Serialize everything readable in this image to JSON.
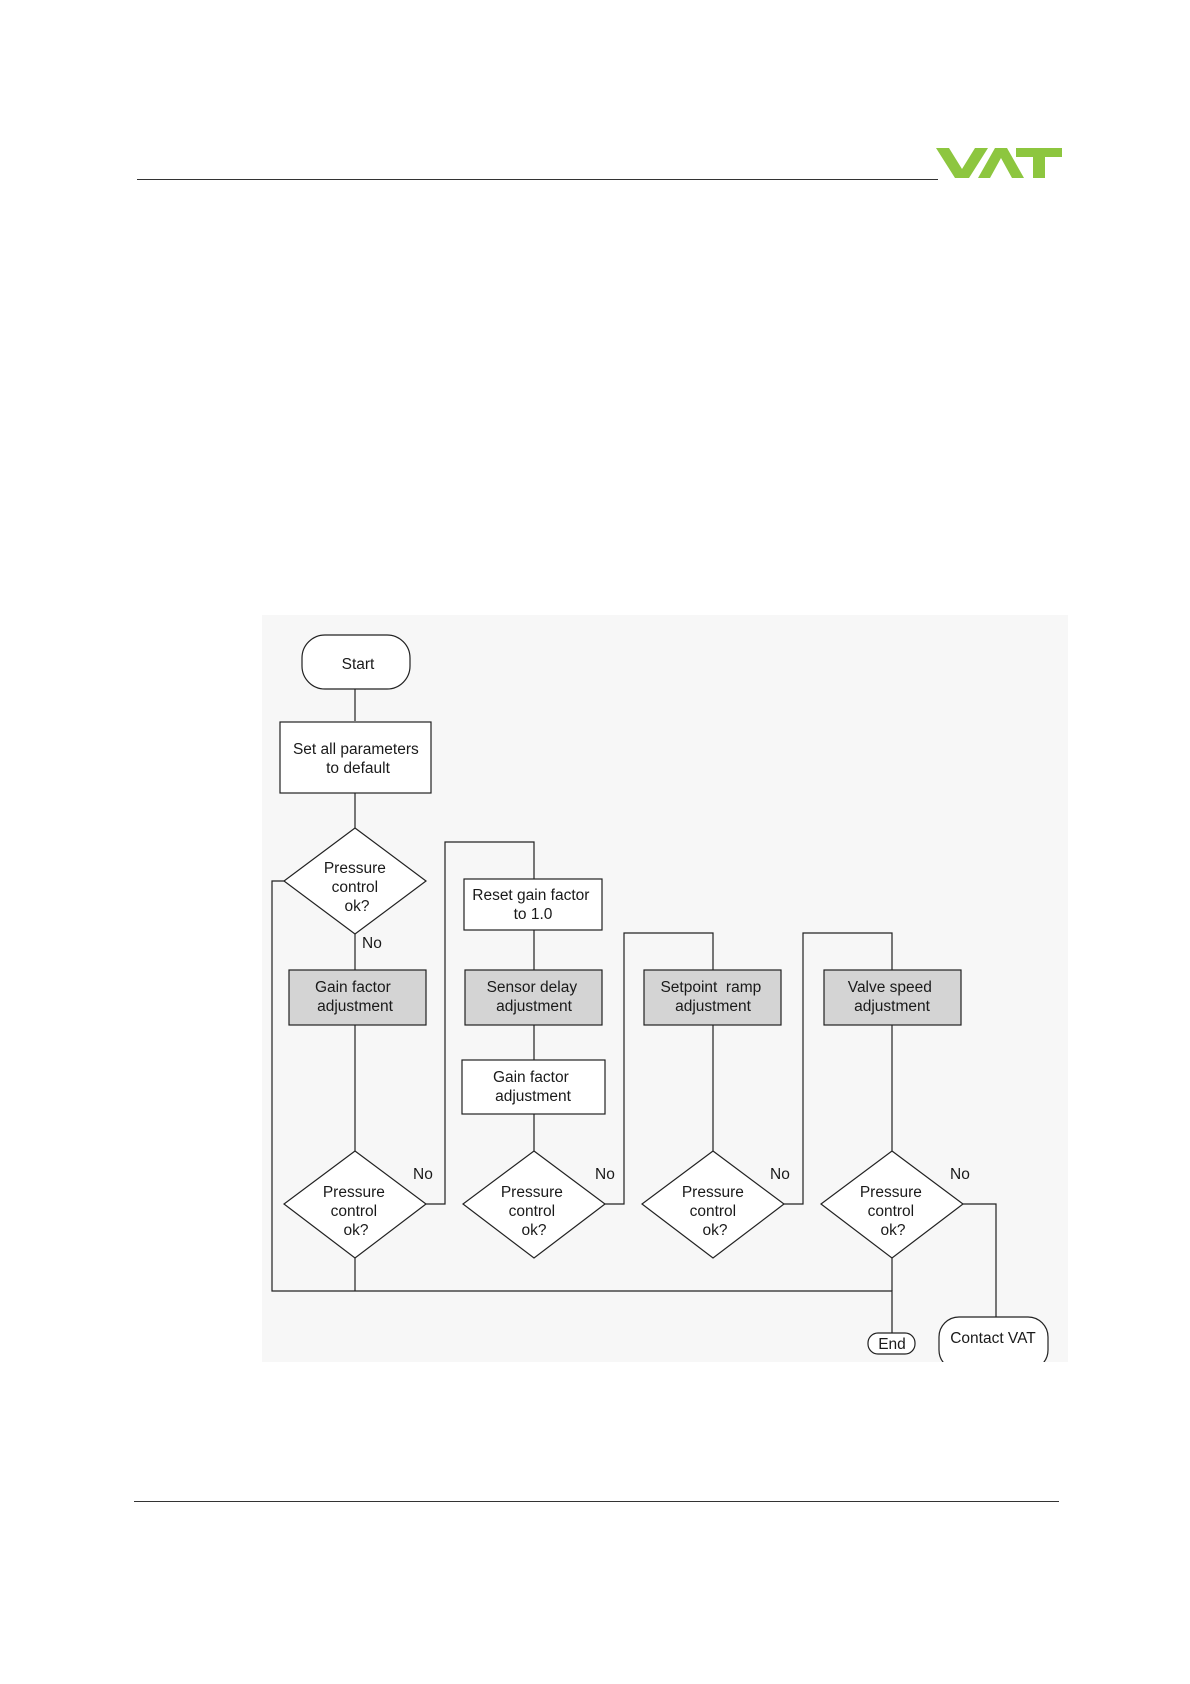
{
  "header": {
    "logo_text": "VAT",
    "logo_color": "#8dc63f"
  },
  "flowchart": {
    "background": "#f7f7f7",
    "shaded_fill": "#d4d4d4",
    "nodes": {
      "start": "Start",
      "set_default": [
        "Set all parameters",
        "to default"
      ],
      "decision_1": [
        "Pressure",
        "control",
        "ok?"
      ],
      "gain_1": [
        "Gain factor",
        "adjustment"
      ],
      "decision_2": [
        "Pressure",
        "control",
        "ok?"
      ],
      "reset_gain": [
        "Reset gain factor",
        "to 1.0"
      ],
      "sensor_delay": [
        "Sensor delay",
        "adjustment"
      ],
      "gain_2": [
        "Gain factor",
        "adjustment"
      ],
      "decision_3": [
        "Pressure",
        "control",
        "ok?"
      ],
      "setpoint_ramp": [
        "Setpoint  ramp",
        "adjustment"
      ],
      "decision_4": [
        "Pressure",
        "control",
        "ok?"
      ],
      "valve_speed": [
        "Valve speed",
        "adjustment"
      ],
      "decision_5": [
        "Pressure",
        "control",
        "ok?"
      ],
      "end": "End",
      "contact_vat": "Contact VAT"
    },
    "edge_labels": {
      "no_1": "No",
      "no_2": "No",
      "no_3": "No",
      "no_4": "No",
      "no_5": "No"
    }
  }
}
